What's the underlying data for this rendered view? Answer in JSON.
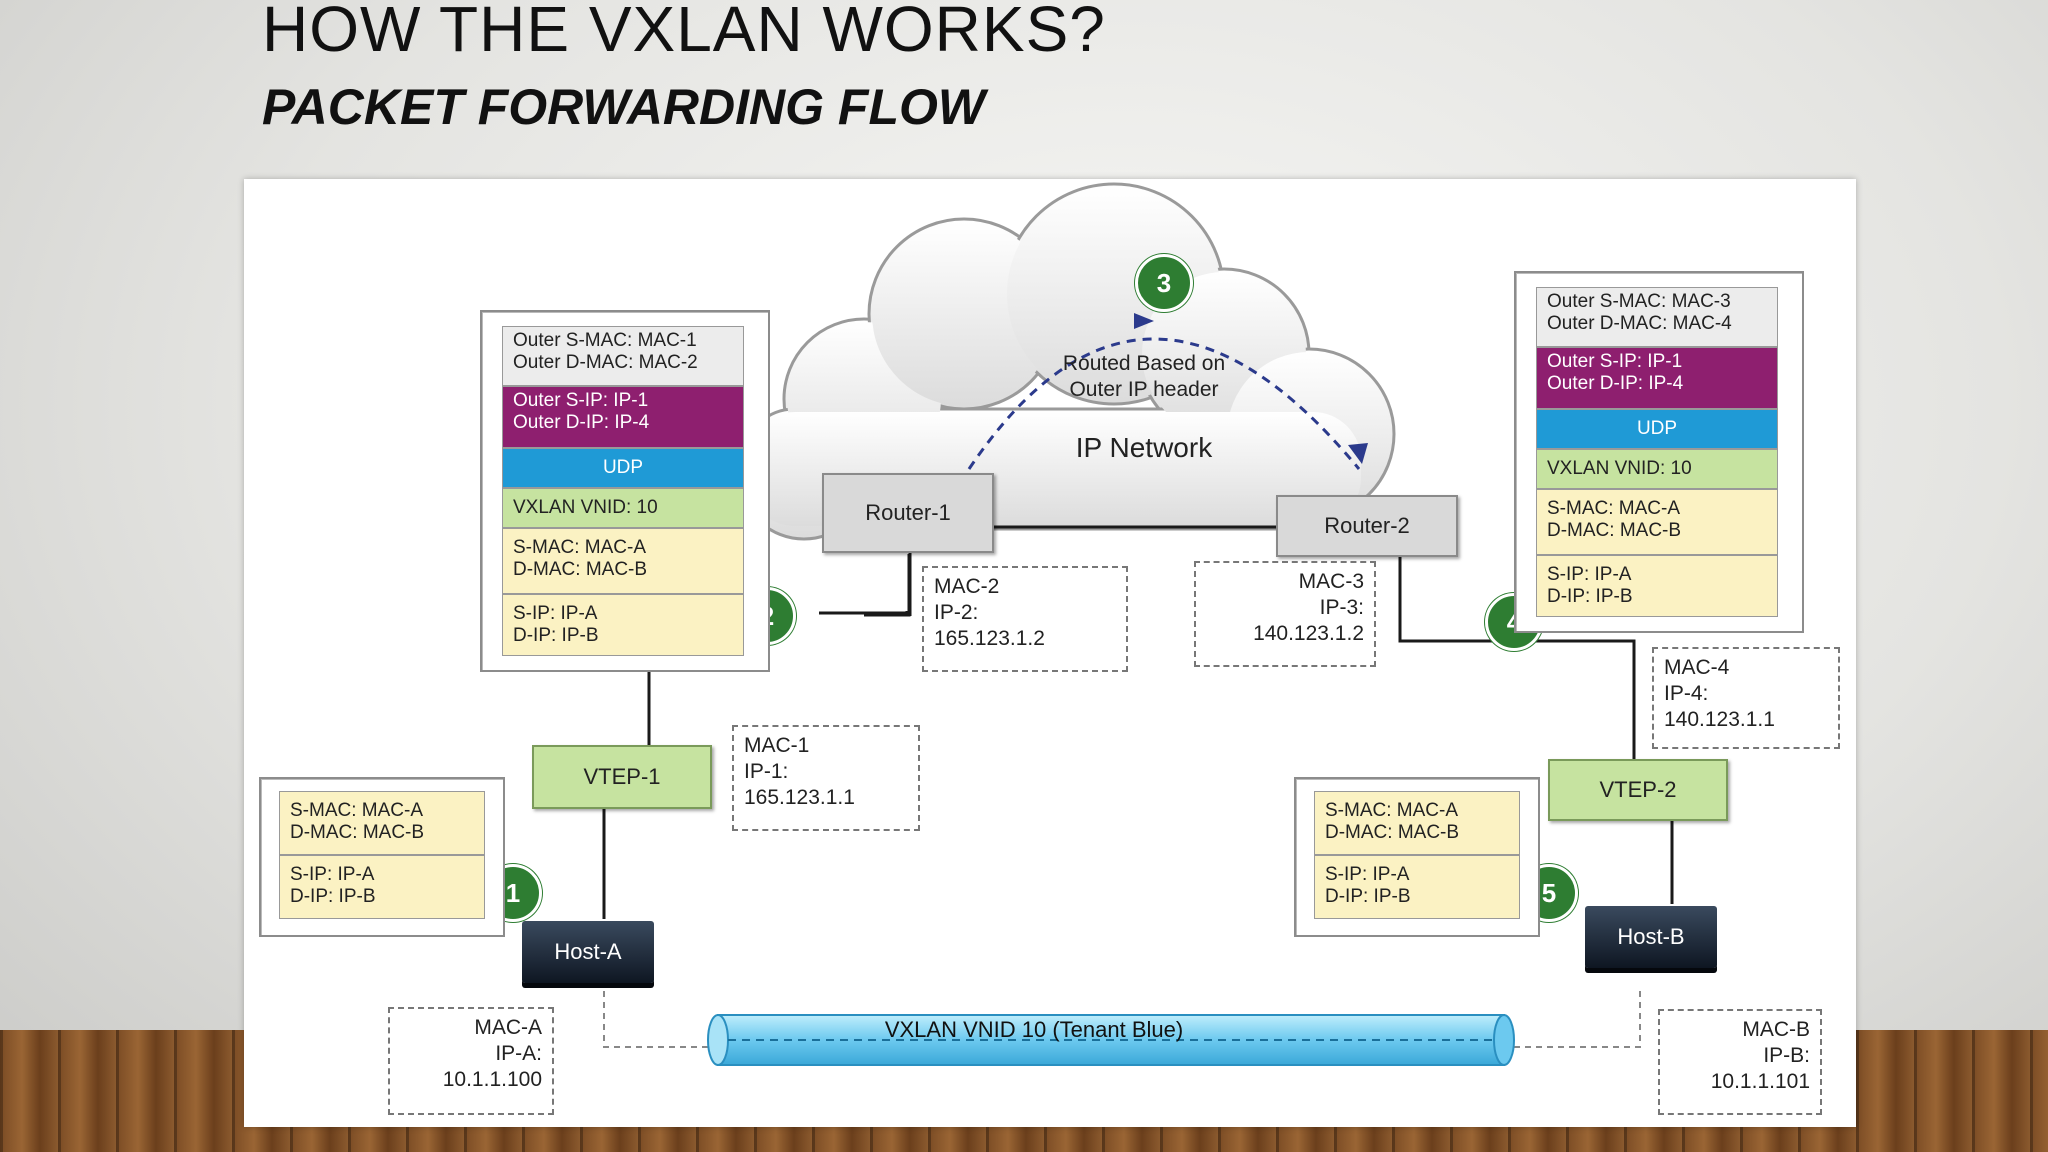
{
  "title": "HOW THE VXLAN WORKS?",
  "subtitle": "PACKET FORWARDING FLOW",
  "cloud": {
    "line1": "Routed Based on",
    "line2": "Outer IP header",
    "network": "IP Network"
  },
  "routers": {
    "r1": "Router-1",
    "r2": "Router-2"
  },
  "vteps": {
    "v1": "VTEP-1",
    "v2": "VTEP-2"
  },
  "hosts": {
    "a": "Host-A",
    "b": "Host-B"
  },
  "steps": [
    "1",
    "2",
    "3",
    "4",
    "5"
  ],
  "packets": {
    "left_encap": {
      "outer_smac": "Outer S-MAC: MAC-1",
      "outer_dmac": "Outer D-MAC: MAC-2",
      "outer_sip": "Outer S-IP: IP-1",
      "outer_dip": "Outer D-IP: IP-4",
      "udp": "UDP",
      "vnid": "VXLAN VNID: 10",
      "smac": "S-MAC: MAC-A",
      "dmac": "D-MAC: MAC-B",
      "sip": "S-IP: IP-A",
      "dip": "D-IP: IP-B"
    },
    "right_encap": {
      "outer_smac": "Outer S-MAC: MAC-3",
      "outer_dmac": "Outer D-MAC: MAC-4",
      "outer_sip": "Outer S-IP: IP-1",
      "outer_dip": "Outer D-IP: IP-4",
      "udp": "UDP",
      "vnid": "VXLAN VNID: 10",
      "smac": "S-MAC: MAC-A",
      "dmac": "D-MAC: MAC-B",
      "sip": "S-IP: IP-A",
      "dip": "D-IP: IP-B"
    },
    "host_a": {
      "smac": "S-MAC: MAC-A",
      "dmac": "D-MAC: MAC-B",
      "sip": "S-IP: IP-A",
      "dip": "D-IP: IP-B"
    },
    "host_b": {
      "smac": "S-MAC: MAC-A",
      "dmac": "D-MAC: MAC-B",
      "sip": "S-IP: IP-A",
      "dip": "D-IP: IP-B"
    }
  },
  "info": {
    "mac2": {
      "l1": "MAC-2",
      "l2": "IP-2:",
      "l3": "165.123.1.2"
    },
    "mac3": {
      "l1": "MAC-3",
      "l2": "IP-3:",
      "l3": "140.123.1.2"
    },
    "mac1": {
      "l1": "MAC-1",
      "l2": "IP-1:",
      "l3": "165.123.1.1"
    },
    "mac4": {
      "l1": "MAC-4",
      "l2": "IP-4:",
      "l3": "140.123.1.1"
    },
    "maca": {
      "l1": "MAC-A",
      "l2": "IP-A:",
      "l3": "10.1.1.100"
    },
    "macb": {
      "l1": "MAC-B",
      "l2": "IP-B:",
      "l3": "10.1.1.101"
    }
  },
  "tunnel": "VXLAN VNID 10 (Tenant Blue)",
  "colors": {
    "outer_ip": "#8e1f6f",
    "udp": "#1f9ad6",
    "vxlan": "#c6e3a0",
    "inner": "#fbf2c3",
    "step": "#2e7d32",
    "tunnel": "#7fd3f2"
  }
}
